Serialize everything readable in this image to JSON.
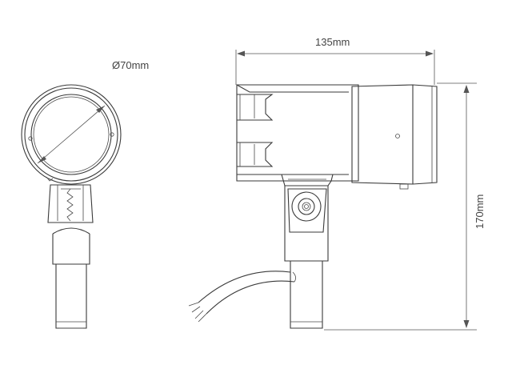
{
  "dimensions": {
    "diameter": "Ø70mm",
    "length": "135mm",
    "height": "170mm"
  }
}
